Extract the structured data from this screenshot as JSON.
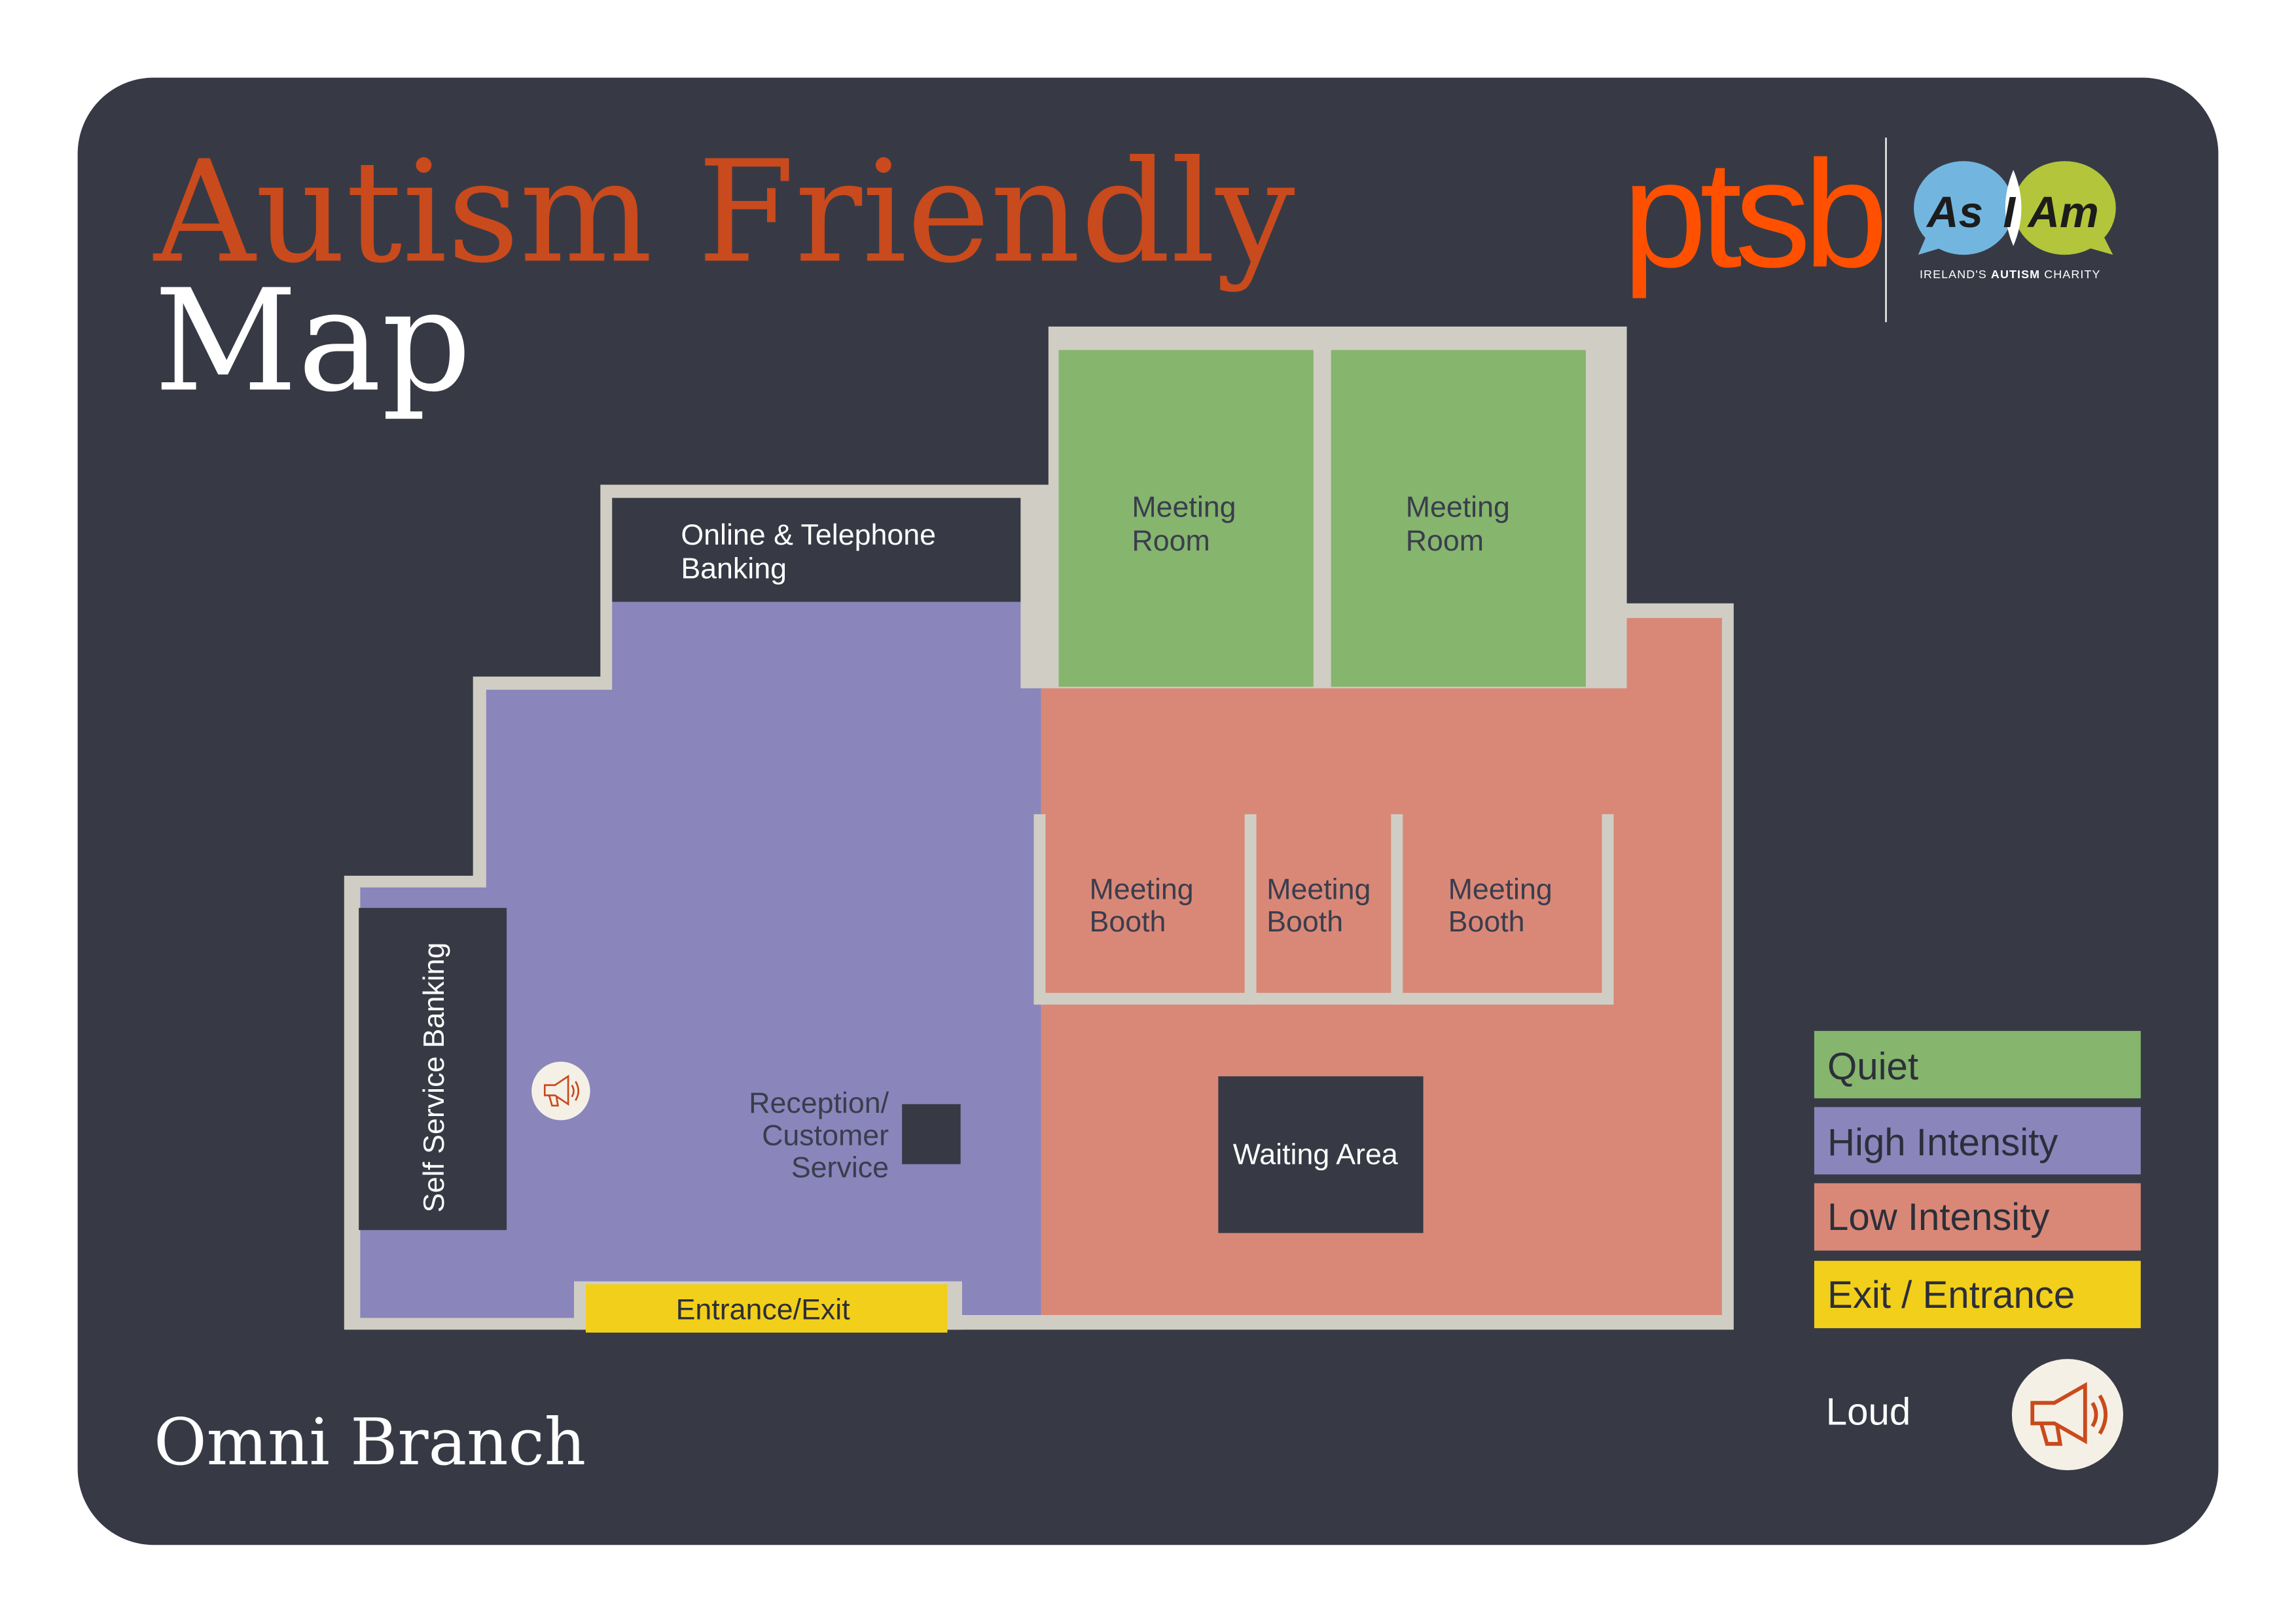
{
  "title": {
    "line1": "Autism Friendly",
    "line2": "Map"
  },
  "branch": "Omni Branch",
  "logos": {
    "ptsb": "ptsb",
    "asiam": {
      "as": "As",
      "i": "I",
      "am": "Am",
      "tagline_pre": "IRELAND'S ",
      "tagline_bold": "AUTISM",
      "tagline_post": " CHARITY"
    }
  },
  "rooms": {
    "online_banking": [
      "Online & Telephone",
      "Banking"
    ],
    "meeting_room_1": [
      "Meeting",
      "Room"
    ],
    "meeting_room_2": [
      "Meeting",
      "Room"
    ],
    "booth_1": [
      "Meeting",
      "Booth"
    ],
    "booth_2": [
      "Meeting",
      "Booth"
    ],
    "booth_3": [
      "Meeting",
      "Booth"
    ],
    "self_service": "Self Service Banking",
    "reception": [
      "Reception/",
      "Customer",
      "Service"
    ],
    "waiting_area": "Waiting Area",
    "entrance": "Entrance/Exit"
  },
  "legend": {
    "items": [
      {
        "label": "Quiet",
        "color": "#86b56e"
      },
      {
        "label": "High Intensity",
        "color": "#8a85bb"
      },
      {
        "label": "Low Intensity",
        "color": "#d98877"
      },
      {
        "label": "Exit / Entrance",
        "color": "#f2cf1a"
      }
    ],
    "loud": "Loud"
  },
  "colors": {
    "background": "#373a45",
    "accent": "#c94a1c",
    "wall": "#d0cec4"
  }
}
